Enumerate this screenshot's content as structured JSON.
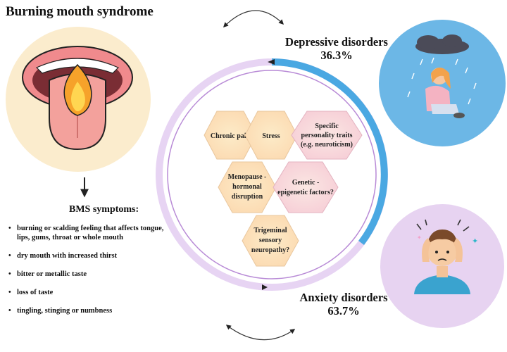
{
  "title": "Burning mouth syndrome",
  "symptoms": {
    "title": "BMS symptoms:",
    "items": [
      "burning or scalding feeling that affects tongue, lips, gums, throat or whole mouth",
      "dry mouth with increased thirst",
      "bitter or metallic taste",
      "loss of taste",
      "tingling, stinging or numbness"
    ]
  },
  "depressive": {
    "label": "Depressive disorders",
    "percent": "36.3%",
    "share": 0.363
  },
  "anxiety": {
    "label": "Anxiety disorders",
    "percent": "63.7%",
    "share": 0.637
  },
  "factors": {
    "chronic_pain": "Chronic pain",
    "stress": "Stress",
    "personality_1": "Specific",
    "personality_2": "personality traits",
    "personality_3": "(e.g. neuroticism)",
    "menopause_1": "Menopause -",
    "menopause_2": "hormonal",
    "menopause_3": "disruption",
    "genetic_1": "Genetic -",
    "genetic_2": "epigenetic factors?",
    "trigeminal_1": "Trigeminal",
    "trigeminal_2": "sensory",
    "trigeminal_3": "neuropathy?"
  },
  "colors": {
    "depressive_arc": "#4aa8e2",
    "anxiety_arc": "#ddc8f0",
    "hexagon_fill": "#fde9c6",
    "hexagon_pink": "#f9dde3",
    "mouth_bg": "#fbeccd"
  },
  "icons": [
    "tongue-flame-icon",
    "sad-person-rain-icon",
    "anxious-person-icon"
  ]
}
